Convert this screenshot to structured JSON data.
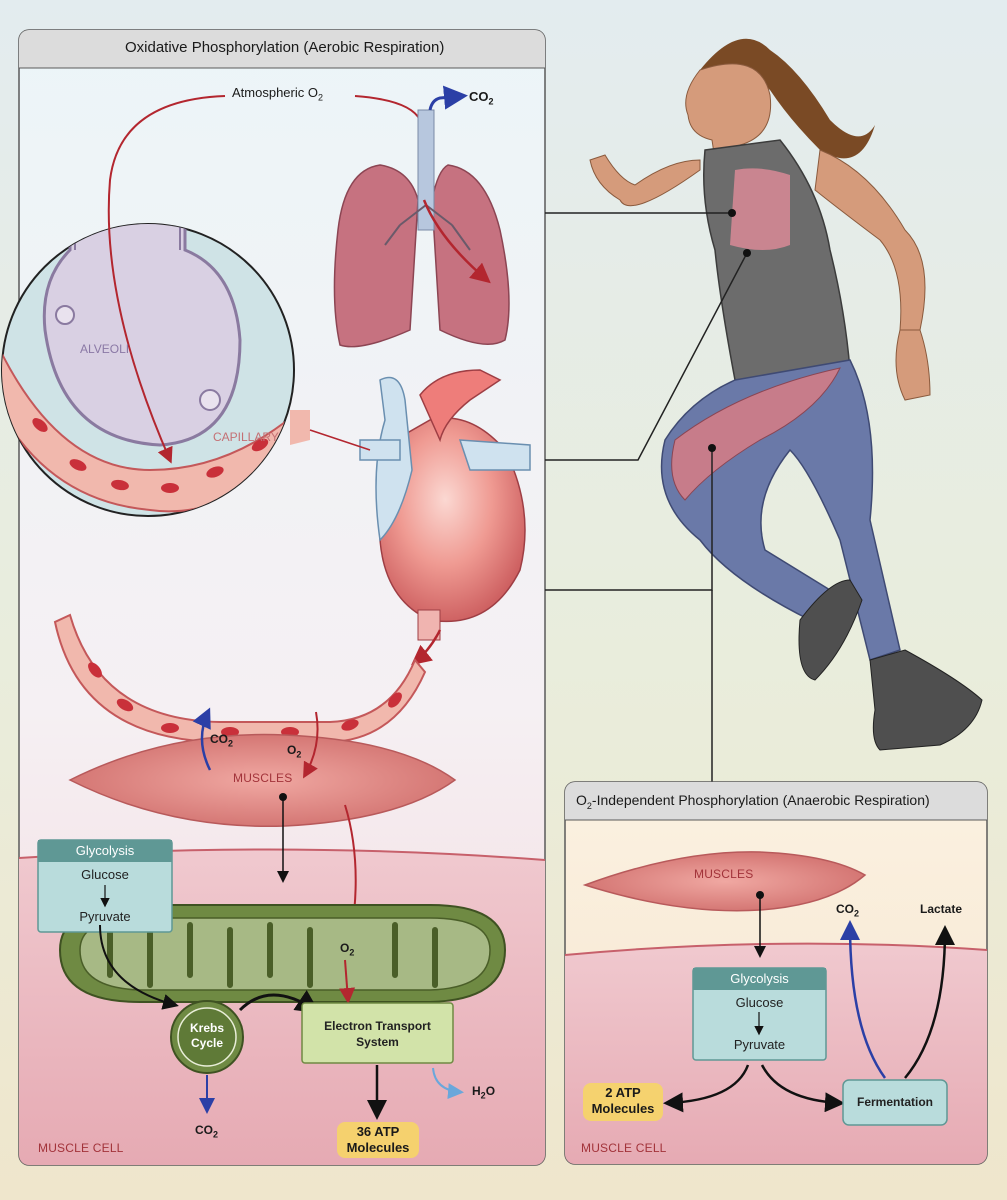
{
  "aerobic": {
    "title": "Oxidative Phosphorylation (Aerobic Respiration)",
    "atmospheric_o2": "Atmospheric O",
    "o2_sub": "2",
    "co2_top": "CO",
    "alveoli": "ALVEOLI",
    "capillary": "CAPILLARY",
    "co2_muscle": "CO",
    "o2_muscle": "O",
    "muscles": "MUSCLES",
    "glycolysis": {
      "header": "Glycolysis",
      "glucose": "Glucose",
      "pyruvate": "Pyruvate"
    },
    "o2_mito": "O",
    "krebs": [
      "Krebs",
      "Cycle"
    ],
    "ets": [
      "Electron Transport",
      "System"
    ],
    "h2o": "H",
    "h2o_sub": "2",
    "h2o_end": "O",
    "co2_krebs": "CO",
    "atp": [
      "36 ATP",
      "Molecules"
    ],
    "muscle_cell": "MUSCLE CELL"
  },
  "anaerobic": {
    "title_sub": "2",
    "title_pre": "O",
    "title": "-Independent Phosphorylation (Anaerobic Respiration)",
    "muscles": "MUSCLES",
    "co2": "CO",
    "lactate": "Lactate",
    "glycolysis": {
      "header": "Glycolysis",
      "glucose": "Glucose",
      "pyruvate": "Pyruvate"
    },
    "atp": [
      "2 ATP",
      "Molecules"
    ],
    "fermentation": "Fermentation",
    "muscle_cell": "MUSCLE CELL"
  },
  "colors": {
    "panel_border": "#5a5a5a",
    "header_bg": "#dcdcdc",
    "muscle": "#e08a86",
    "cell_red": "#c9464f",
    "box_teal": "#5f9895",
    "box_fill": "#b9dcdc",
    "ets_fill": "#d2e3a9",
    "mito_green": "#6f8a43",
    "atp_yellow": "#f6d566",
    "red_label": "#a2333a",
    "blue_arrow": "#2b3fa6"
  }
}
